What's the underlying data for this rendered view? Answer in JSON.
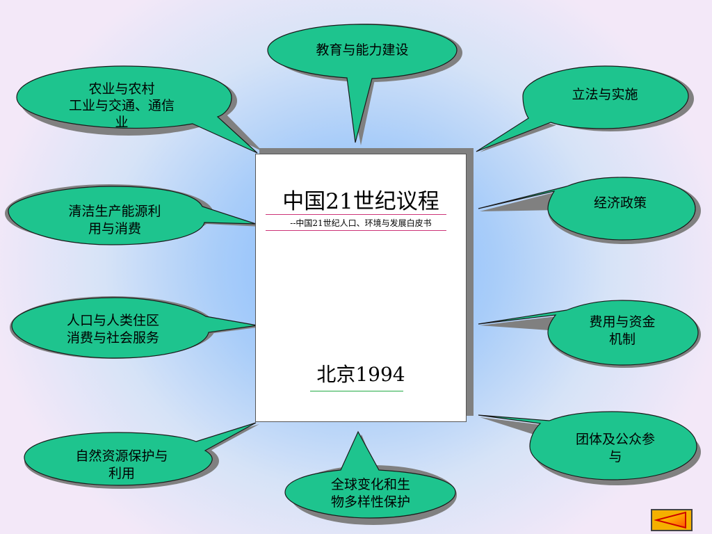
{
  "document": {
    "title": "中国21世纪议程",
    "subtitle": "--中国21世纪人口、环境与发展白皮书",
    "place_year": "北京1994"
  },
  "topics": {
    "education": "教育与能力建设",
    "agriculture": "农业与农村\n工业与交通、通信\n业",
    "legislation": "立法与实施",
    "clean_energy": "清洁生产能源利\n用与消费",
    "economic_policy": "经济政策",
    "population": "人口与人类住区\n消费与社会服务",
    "funding": "费用与资金\n机制",
    "natural_resources": "自然资源保护与\n利用",
    "global_change": "全球变化和生\n物多样性保护",
    "public_participation": "团体及公众参\n与"
  },
  "colors": {
    "bubble_fill": "#1ec48e",
    "bubble_shadow": "#808080",
    "nav_button": "#f5b000",
    "nav_arrow": "#cc0000"
  },
  "icons": {
    "nav": "back-arrow-icon"
  }
}
